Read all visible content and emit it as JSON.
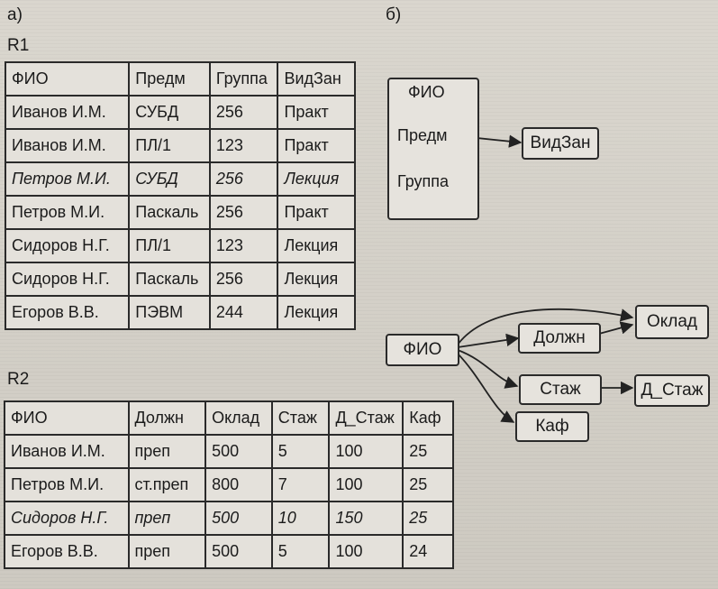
{
  "labels": {
    "a": "а)",
    "b": "б)",
    "r1": "R1",
    "r2": "R2"
  },
  "r1": {
    "headers": [
      "ФИО",
      "Предм",
      "Группа",
      "ВидЗан"
    ],
    "rows": [
      [
        "Иванов И.М.",
        "СУБД",
        "256",
        "Практ"
      ],
      [
        "Иванов И.М.",
        "ПЛ/1",
        "123",
        "Практ"
      ],
      [
        "Петров М.И.",
        "СУБД",
        "256",
        "Лекция"
      ],
      [
        "Петров М.И.",
        "Паскаль",
        "256",
        "Практ"
      ],
      [
        "Сидоров Н.Г.",
        "ПЛ/1",
        "123",
        "Лекция"
      ],
      [
        "Сидоров Н.Г.",
        "Паскаль",
        "256",
        "Лекция"
      ],
      [
        "Егоров В.В.",
        "ПЭВМ",
        "244",
        "Лекция"
      ]
    ]
  },
  "r2": {
    "headers": [
      "ФИО",
      "Должн",
      "Оклад",
      "Стаж",
      "Д_Стаж",
      "Каф"
    ],
    "rows": [
      [
        "Иванов И.М.",
        "преп",
        "500",
        "5",
        "100",
        "25"
      ],
      [
        "Петров М.И.",
        "ст.преп",
        "800",
        "7",
        "100",
        "25"
      ],
      [
        "Сидоров Н.Г.",
        "преп",
        "500",
        "10",
        "150",
        "25"
      ],
      [
        "Егоров В.В.",
        "преп",
        "500",
        "5",
        "100",
        "24"
      ]
    ]
  },
  "diagram1": {
    "fio": "ФИО",
    "predm": "Предм",
    "gruppa": "Группа",
    "vidzan": "ВидЗан"
  },
  "diagram2": {
    "fio": "ФИО",
    "dolzhn": "Должн",
    "oklad": "Оклад",
    "stazh": "Стаж",
    "d_stazh": "Д_Стаж",
    "kaf": "Каф"
  }
}
